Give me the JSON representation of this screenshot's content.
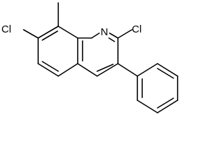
{
  "molecule": {
    "atoms": {
      "nitrogen": "N",
      "chlorine_c2": "Cl",
      "chlorine_c7": "Cl"
    }
  }
}
